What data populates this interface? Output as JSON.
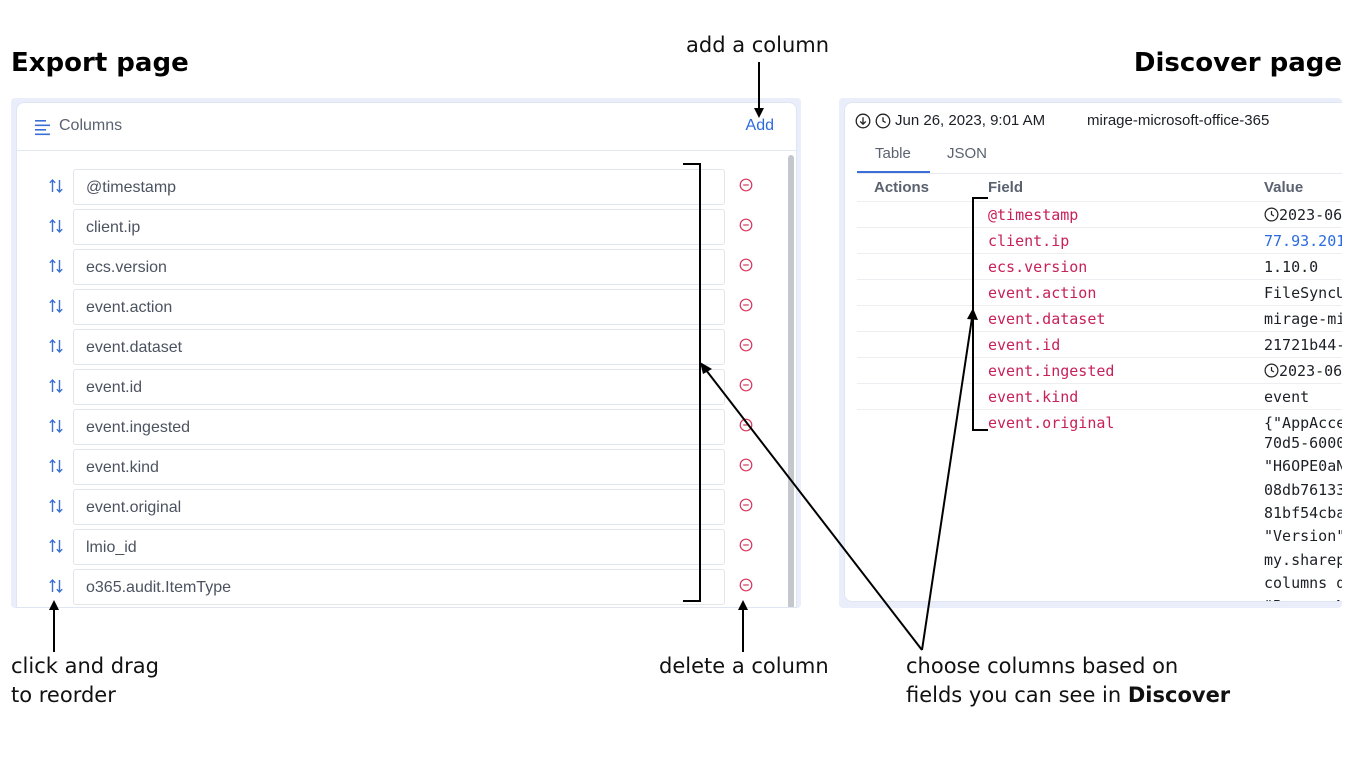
{
  "headings": {
    "export": "Export page",
    "discover": "Discover page"
  },
  "annotations": {
    "add_column": "add a column",
    "reorder_line1": "click and drag",
    "reorder_line2": "to reorder",
    "delete_column": "delete a column",
    "choose_line1": "choose columns based on",
    "choose_line2_prefix": "fields you can see in ",
    "choose_line2_bold": "Discover"
  },
  "export_panel": {
    "title": "Columns",
    "add_label": "Add",
    "columns": [
      "@timestamp",
      "client.ip",
      "ecs.version",
      "event.action",
      "event.dataset",
      "event.id",
      "event.ingested",
      "event.kind",
      "event.original",
      "lmio_id",
      "o365.audit.ItemType"
    ],
    "icons": {
      "columns": "list-icon",
      "drag": "sort-arrows-icon",
      "delete": "minus-circle-icon"
    }
  },
  "discover_panel": {
    "date": "Jun 26, 2023, 9:01 AM",
    "source": "mirage-microsoft-office-365",
    "tabs": [
      "Table",
      "JSON"
    ],
    "active_tab": "Table",
    "headers": {
      "actions": "Actions",
      "field": "Field",
      "value": "Value"
    },
    "rows": [
      {
        "field": "@timestamp",
        "value": "2023-06",
        "clock": true,
        "link": false
      },
      {
        "field": "client.ip",
        "value": "77.93.201",
        "clock": false,
        "link": true
      },
      {
        "field": "ecs.version",
        "value": "1.10.0",
        "clock": false,
        "link": false
      },
      {
        "field": "event.action",
        "value": "FileSyncU",
        "clock": false,
        "link": false
      },
      {
        "field": "event.dataset",
        "value": "mirage-mi",
        "clock": false,
        "link": false
      },
      {
        "field": "event.id",
        "value": "21721b44-",
        "clock": false,
        "link": false
      },
      {
        "field": "event.ingested",
        "value": "2023-06",
        "clock": true,
        "link": false
      },
      {
        "field": "event.kind",
        "value": "event",
        "clock": false,
        "link": false
      },
      {
        "field": "event.original",
        "value": "{\"AppAcce",
        "clock": false,
        "link": false
      }
    ],
    "original_continuation": [
      "70d5-6000",
      "\"H6OPE0aN",
      "08db76133",
      "81bf54cba",
      "\"Version\"",
      "my.sharep",
      "columns d",
      "\"BrowserN"
    ],
    "colors": {
      "field": "#c8205a",
      "link": "#2b6be0",
      "tab_accent": "#3a6fd8"
    }
  }
}
